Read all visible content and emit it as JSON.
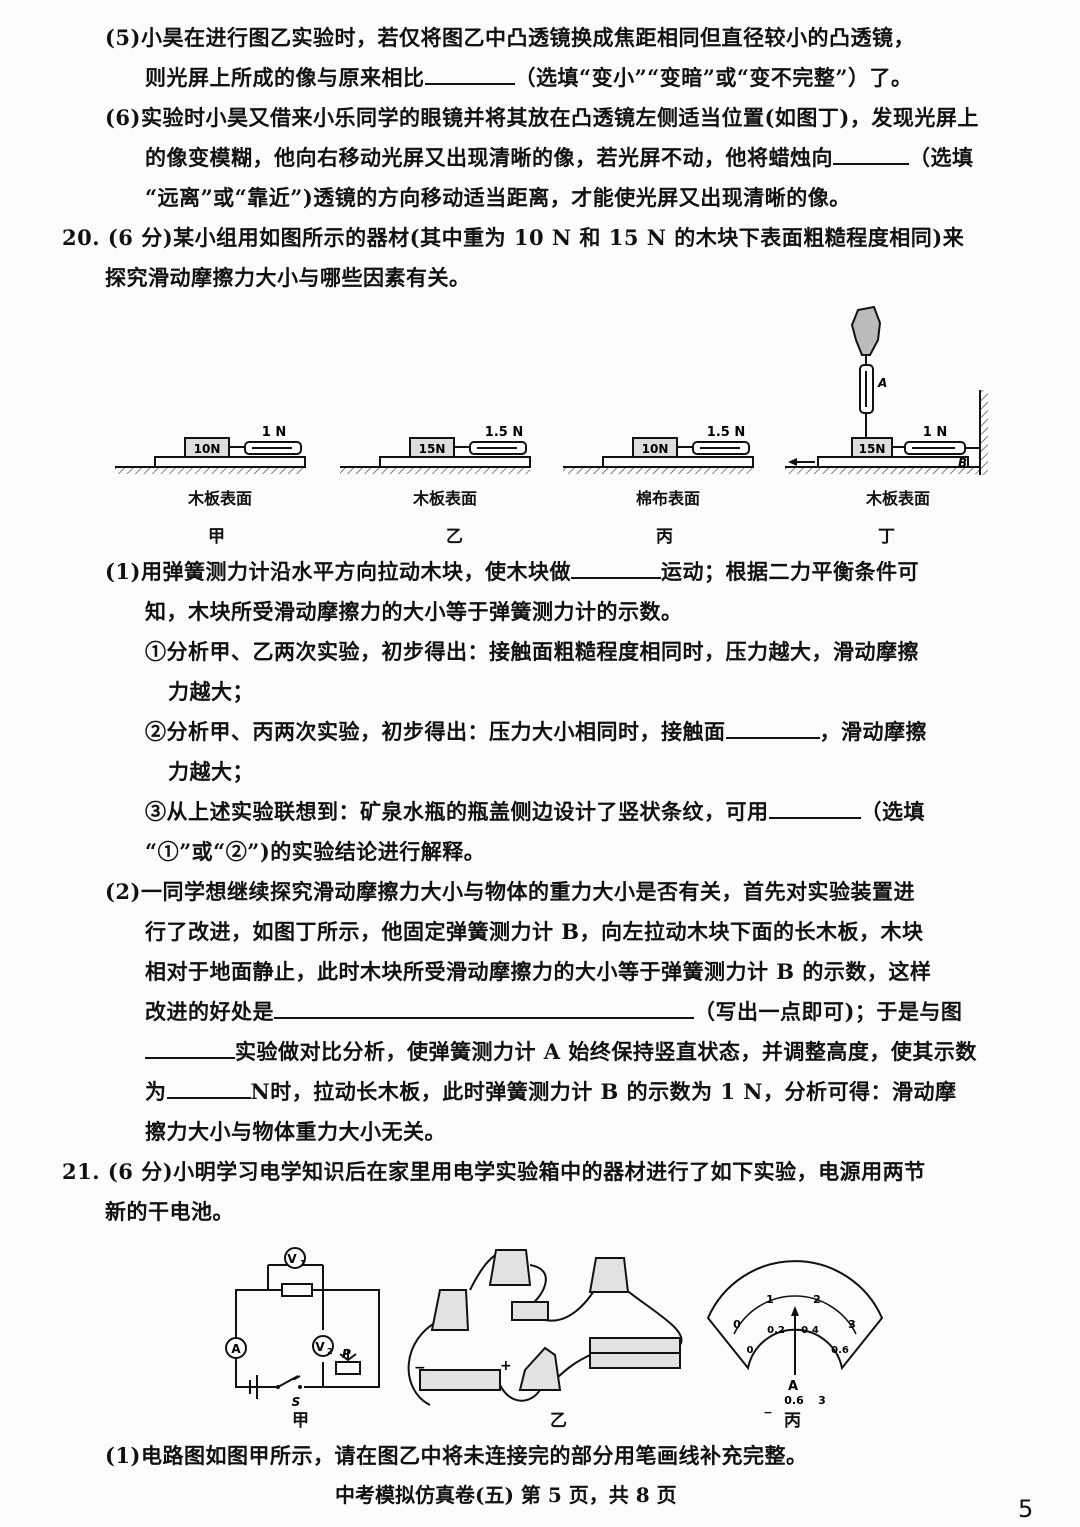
{
  "q19": {
    "p5_a": "(5)小昊在进行图乙实验时，若仅将图乙中凸透镜换成焦距相同但直径较小的凸透镜，",
    "p5_b1": "则光屏上所成的像与原来相比",
    "p5_b2": "（选填“变小”“变暗”或“变不完整”）了。",
    "p6_a": "(6)实验时小昊又借来小乐同学的眼镜并将其放在凸透镜左侧适当位置(如图丁)，发现光屏上",
    "p6_b1": "的像变模糊，他向右移动光屏又出现清晰的像，若光屏不动，他将蜡烛向",
    "p6_b2": "（选填",
    "p6_c": "“远离”或“靠近”)透镜的方向移动适当距离，才能使光屏又出现清晰的像。"
  },
  "q20": {
    "stem_a": "20. (6 分)某小组用如图所示的器材(其中重为 10 N 和 15 N 的木块下表面粗糙程度相同)来",
    "stem_b": "探究滑动摩擦力大小与哪些因素有关。",
    "figures": [
      {
        "block": "10N",
        "reading": "1 N",
        "surface": "木板表面",
        "label": "甲"
      },
      {
        "block": "15N",
        "reading": "1.5 N",
        "surface": "木板表面",
        "label": "乙"
      },
      {
        "block": "10N",
        "reading": "1.5 N",
        "surface": "棉布表面",
        "label": "丙"
      },
      {
        "block": "15N",
        "reading": "1 N",
        "surface": "木板表面",
        "label": "丁",
        "meter_a": "A",
        "meter_b": "B"
      }
    ],
    "p1_a1": "(1)用弹簧测力计沿水平方向拉动木块，使木块做",
    "p1_a2": "运动；根据二力平衡条件可",
    "p1_b": "知，木块所受滑动摩擦力的大小等于弹簧测力计的示数。",
    "c1_a": "①分析甲、乙两次实验，初步得出：接触面粗糙程度相同时，压力越大，滑动摩擦",
    "c1_b": "力越大；",
    "c2_a1": "②分析甲、丙两次实验，初步得出：压力大小相同时，接触面",
    "c2_a2": "，滑动摩擦",
    "c2_b": "力越大；",
    "c3_a1": "③从上述实验联想到：矿泉水瓶的瓶盖侧边设计了竖状条纹，可用",
    "c3_a2": "（选填",
    "c3_b": "“①”或“②”)的实验结论进行解释。",
    "p2_a": "(2)一同学想继续探究滑动摩擦力大小与物体的重力大小是否有关，首先对实验装置进",
    "p2_b": "行了改进，如图丁所示，他固定弹簧测力计 B，向左拉动木块下面的长木板，木块",
    "p2_c": "相对于地面静止，此时木块所受滑动摩擦力的大小等于弹簧测力计 B 的示数，这样",
    "p2_d1": "改进的好处是",
    "p2_d2": "（写出一点即可)；于是与图",
    "p2_e": "实验做对比分析，使弹簧测力计 A 始终保持竖直状态，并调整高度，使其示数",
    "p2_f1": "为",
    "p2_f2": "N时，拉动长木板，此时弹簧测力计 B 的示数为 1 N，分析可得：滑动摩",
    "p2_g": "擦力大小与物体重力大小无关。"
  },
  "q21": {
    "stem_a": "21. (6 分)小明学习电学知识后在家里用电学实验箱中的器材进行了如下实验，电源用两节",
    "stem_b": "新的干电池。",
    "fig_jia": {
      "v1": "V",
      "v1_sub": "1",
      "a": "A",
      "v2": "V",
      "v2_sub": "2",
      "p": "P",
      "s": "S",
      "label": "甲"
    },
    "fig_yi": {
      "label": "乙",
      "neg": "−",
      "pos": "+"
    },
    "fig_bing": {
      "label": "丙",
      "outer_ticks": [
        "0",
        "1",
        "2",
        "3"
      ],
      "inner_ticks": [
        "0",
        "0.2",
        "0.4",
        "0.6"
      ],
      "unit": "A",
      "terminals": [
        "−",
        "0.6",
        "3"
      ]
    },
    "p1": "(1)电路图如图甲所示，请在图乙中将未连接完的部分用笔画线补充完整。"
  },
  "footer": "中考模拟仿真卷(五)   第 5 页，共 8 页",
  "page_number": "5"
}
